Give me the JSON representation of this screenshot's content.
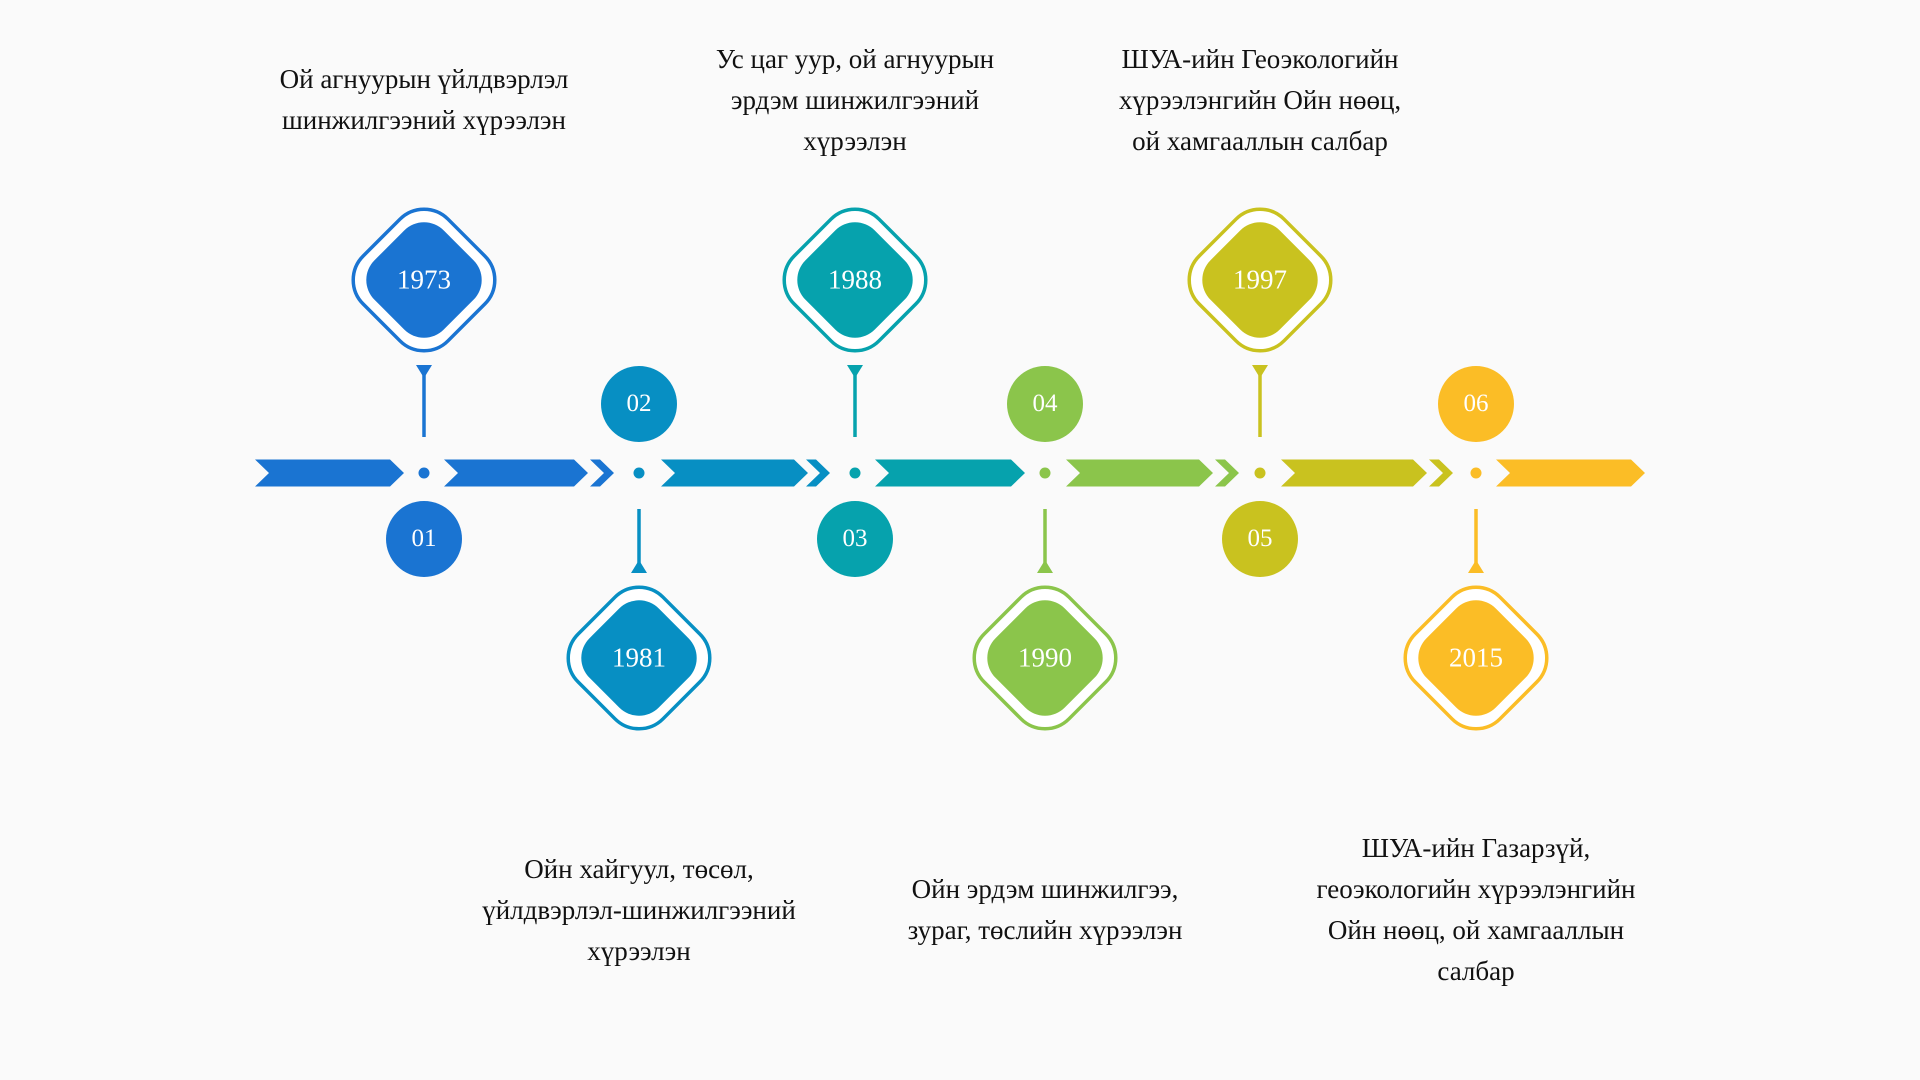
{
  "timeline": {
    "items": [
      {
        "number": "01",
        "year": "1973",
        "side": "top",
        "color": "#1a74d2",
        "description": "Ой агнуурын үйлдвэрлэл\nшинжилгээний хүрээлэн"
      },
      {
        "number": "02",
        "year": "1981",
        "side": "bottom",
        "color": "#078fc3",
        "description": "Ойн хайгуул, төсөл,\nүйлдвэрлэл-шинжилгээний\nхүрээлэн"
      },
      {
        "number": "03",
        "year": "1988",
        "side": "top",
        "color": "#06a2ad",
        "description": "Ус цаг уур, ой агнуурын\nэрдэм шинжилгээний\nхүрээлэн"
      },
      {
        "number": "04",
        "year": "1990",
        "side": "bottom",
        "color": "#8bc54b",
        "description": "Ойн эрдэм шинжилгээ,\nзураг, төслийн хүрээлэн"
      },
      {
        "number": "05",
        "year": "1997",
        "side": "top",
        "color": "#c9c21f",
        "description": "ШУА-ийн Геоэкологийн\nхүрээлэнгийн Ойн нөөц,\nой хамгааллын салбар"
      },
      {
        "number": "06",
        "year": "2015",
        "side": "bottom",
        "color": "#fbbd26",
        "description": "ШУА-ийн Газарзүй,\nгеоэкологийн хүрээлэнгийн\nОйн нөөц, ой хамгааллын\nсалбар"
      }
    ]
  }
}
